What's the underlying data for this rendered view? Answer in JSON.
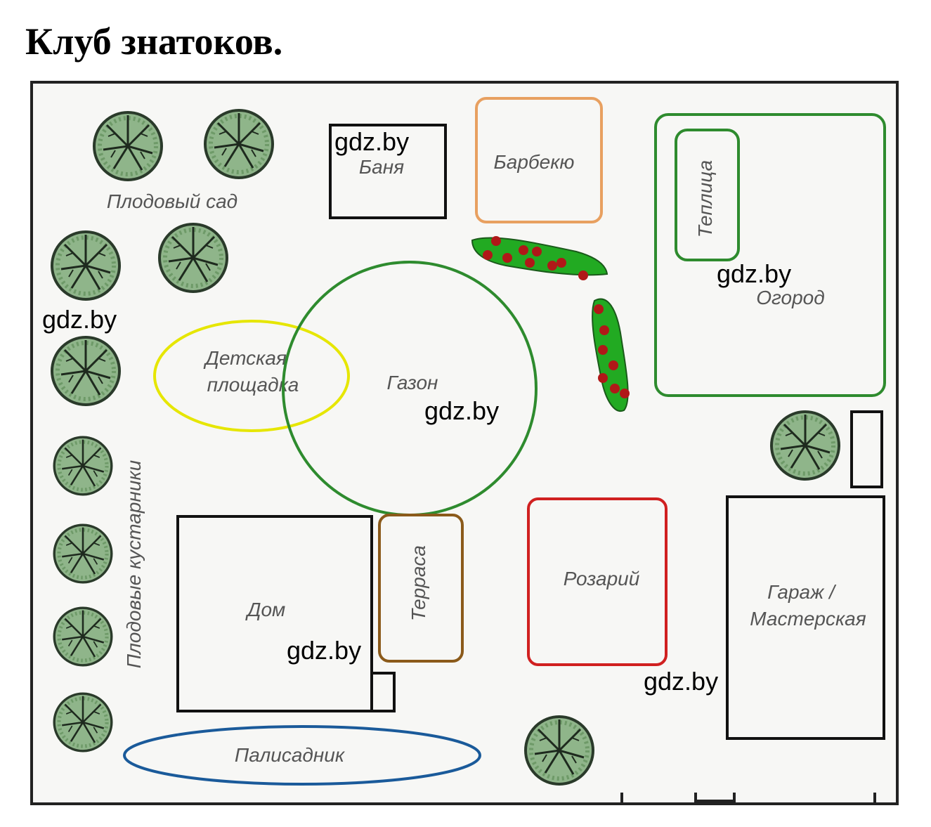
{
  "heading": "Клуб знатоков.",
  "labels": {
    "orchard": "Плодовый сад",
    "banya": "Баня",
    "barbecue": "Барбекю",
    "greenhouse": "Теплица",
    "vegetable_garden": "Огород",
    "playground_line1": "Детская",
    "playground_line2": "площадка",
    "lawn": "Газон",
    "fruit_shrubs": "Плодовые кустарники",
    "house": "Дом",
    "terrace": "Терраса",
    "rosary": "Розарий",
    "garage_line1": "Гараж /",
    "garage_line2": "Мастерская",
    "front_garden": "Палисадник"
  },
  "watermark": "gdz.by",
  "colors": {
    "boundary": "#222222",
    "garden_green": "#2e8b2e",
    "playground_yellow": "#e6e600",
    "barbecue_orange": "#e8a060",
    "terrace_brown": "#8b5a1a",
    "rosary_red": "#d02020",
    "front_garden_blue": "#1a5a9a",
    "tree_fill": "#8fb58a",
    "berry_red": "#b01818",
    "bush_green": "#22aa22"
  },
  "icons": [
    "tree-icon",
    "berry-bush-icon"
  ]
}
